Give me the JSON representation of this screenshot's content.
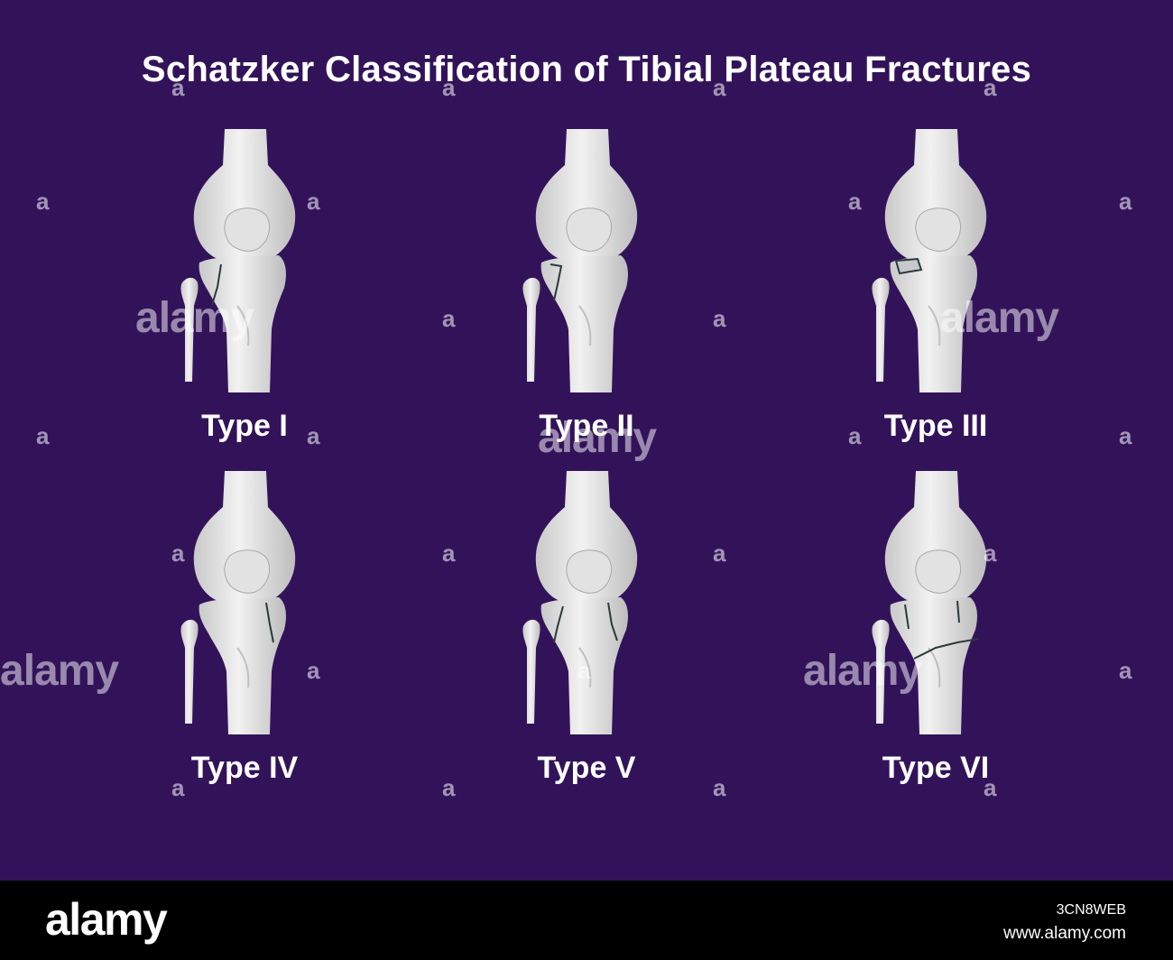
{
  "title": "Schatzker Classification of Tibial Plateau Fractures",
  "fractures": [
    {
      "label": "Type I"
    },
    {
      "label": "Type II"
    },
    {
      "label": "Type III"
    },
    {
      "label": "Type IV"
    },
    {
      "label": "Type V"
    },
    {
      "label": "Type VI"
    }
  ],
  "watermark": {
    "word": "alamy",
    "letter": "a"
  },
  "footer": {
    "logo": "alamy",
    "image_id": "3CN8WEB",
    "url": "www.alamy.com"
  },
  "colors": {
    "background": "#32135a",
    "bone": "#e6e6e6",
    "footer": "#000000",
    "text": "#ffffff"
  }
}
